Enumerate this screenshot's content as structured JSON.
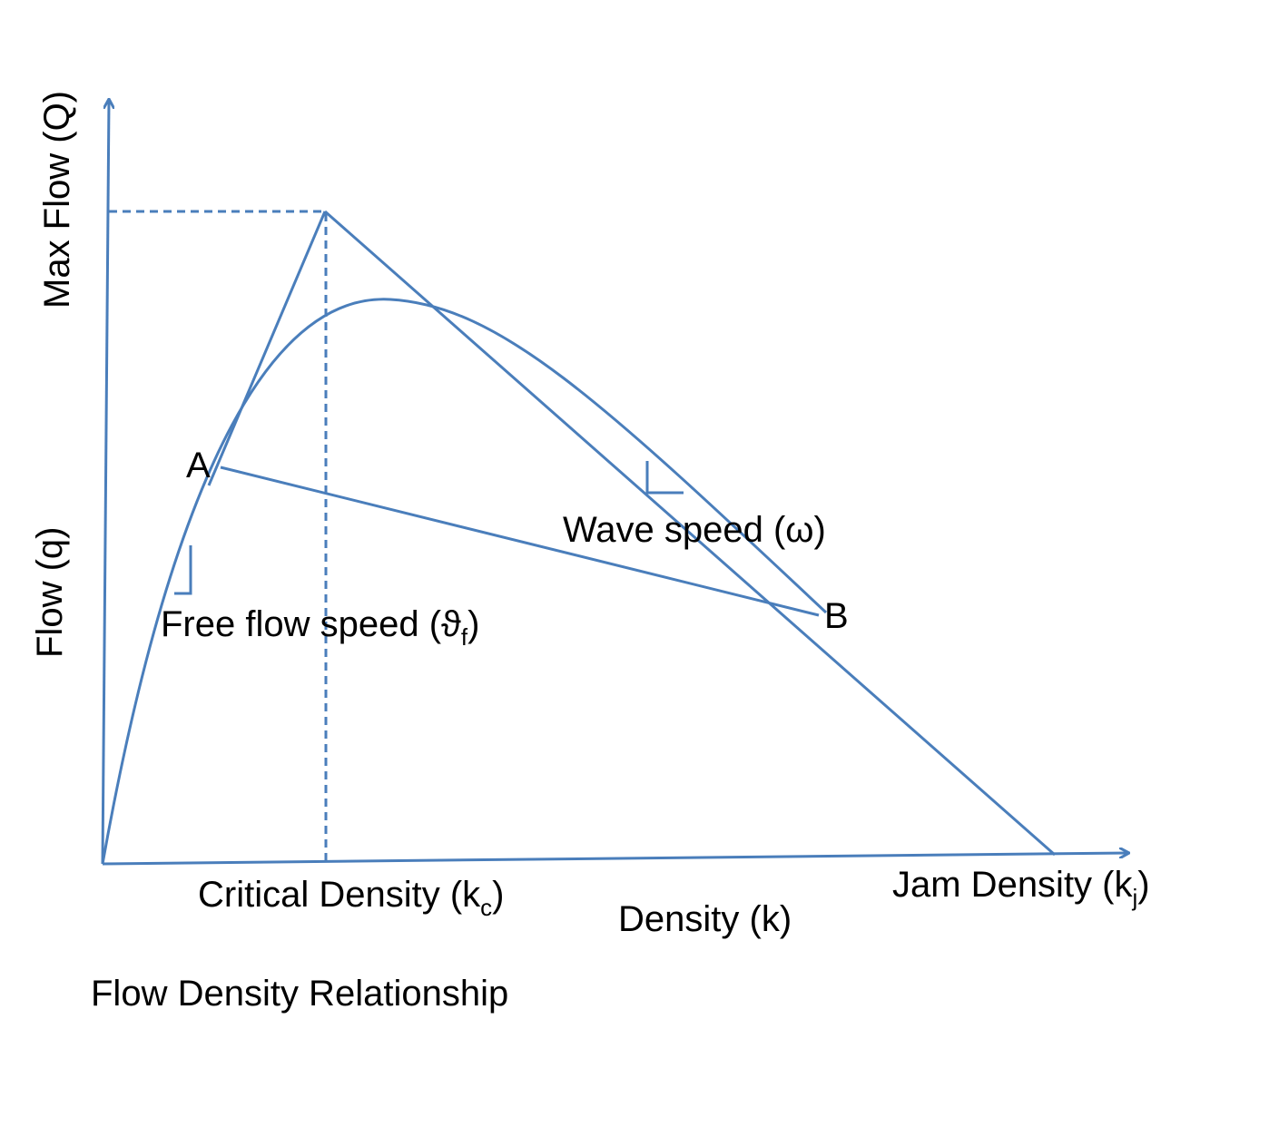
{
  "diagram": {
    "caption": "Flow Density Relationship",
    "y_axis_upper_label": "Max Flow (Q)",
    "y_axis_lower_label": "Flow (q)",
    "x_axis_label": "Density (k)",
    "critical_density": {
      "text": "Critical Density (k",
      "sub": "c",
      "close": ")"
    },
    "jam_density": {
      "text": "Jam Density (k",
      "sub": "j",
      "close": ")"
    },
    "free_flow_speed": {
      "text": "Free flow speed (ϑ",
      "sub": "f",
      "close": ")"
    },
    "wave_speed": "Wave speed (ω)",
    "point_a": "A",
    "point_b": "B",
    "line_color": "#4a7ebb",
    "text_color": "#000000"
  }
}
